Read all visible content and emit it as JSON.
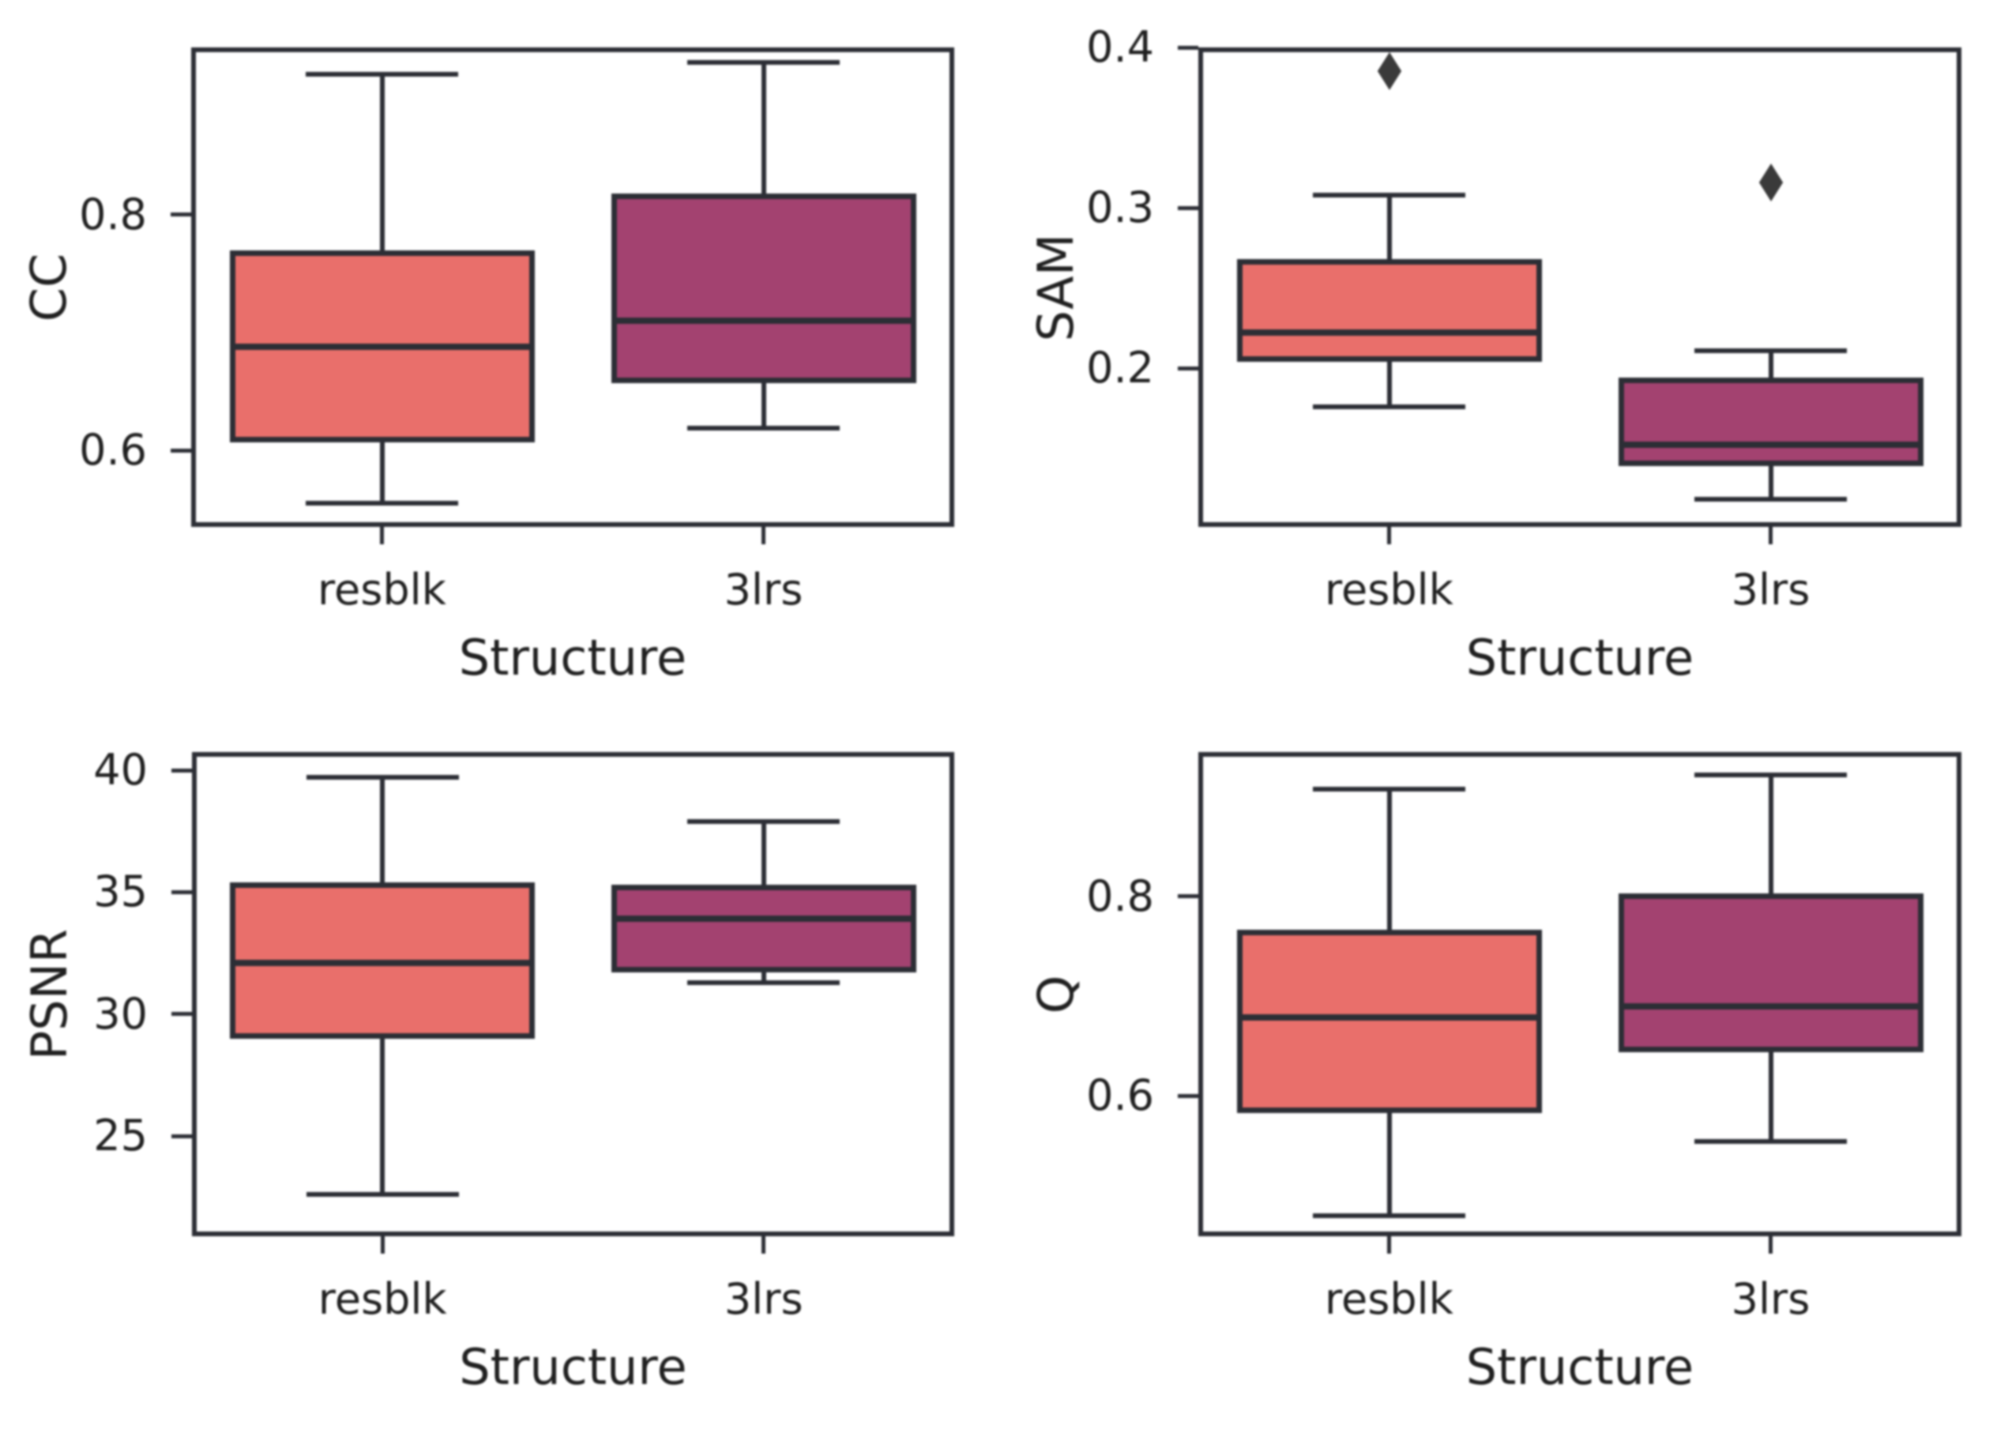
{
  "figure_title": "",
  "colors": {
    "resblk_fill": "#e96f6b",
    "lrs3_fill": "#a34270",
    "line": "#2c2e35",
    "outlier": "#3a3a3a",
    "text": "#202020",
    "background": "#ffffff"
  },
  "chart_data": [
    {
      "type": "box",
      "position": "top-left",
      "xlabel": "Structure",
      "ylabel": "CC",
      "categories": [
        "resblk",
        "3lrs"
      ],
      "ylim": [
        0.535,
        0.942
      ],
      "yticks": [
        0.6,
        0.8
      ],
      "ytick_labels": [
        "0.6",
        "0.8"
      ],
      "grid": false,
      "series": [
        {
          "name": "resblk",
          "color": "#e96f6b",
          "whislo": 0.555,
          "q1": 0.607,
          "med": 0.688,
          "q3": 0.77,
          "whishi": 0.919,
          "outliers": []
        },
        {
          "name": "3lrs",
          "color": "#a34270",
          "whislo": 0.619,
          "q1": 0.657,
          "med": 0.71,
          "q3": 0.818,
          "whishi": 0.929,
          "outliers": []
        }
      ]
    },
    {
      "type": "box",
      "position": "top-right",
      "xlabel": "Structure",
      "ylabel": "SAM",
      "categories": [
        "resblk",
        "3lrs"
      ],
      "ylim": [
        0.101,
        0.4
      ],
      "yticks": [
        0.2,
        0.3,
        0.4
      ],
      "ytick_labels": [
        "0.2",
        "0.3",
        "0.4"
      ],
      "grid": false,
      "series": [
        {
          "name": "resblk",
          "color": "#e96f6b",
          "whislo": 0.176,
          "q1": 0.204,
          "med": 0.222,
          "q3": 0.268,
          "whishi": 0.308,
          "outliers": [
            0.385
          ]
        },
        {
          "name": "3lrs",
          "color": "#a34270",
          "whislo": 0.118,
          "q1": 0.139,
          "med": 0.152,
          "q3": 0.194,
          "whishi": 0.211,
          "outliers": [
            0.316
          ]
        }
      ]
    },
    {
      "type": "box",
      "position": "bottom-left",
      "xlabel": "Structure",
      "ylabel": "PSNR",
      "categories": [
        "resblk",
        "3lrs"
      ],
      "ylim": [
        20.89,
        40.75
      ],
      "yticks": [
        25,
        30,
        35,
        40
      ],
      "ytick_labels": [
        "25",
        "30",
        "35",
        "40"
      ],
      "grid": false,
      "series": [
        {
          "name": "resblk",
          "color": "#e96f6b",
          "whislo": 22.6,
          "q1": 29.0,
          "med": 32.1,
          "q3": 35.4,
          "whishi": 39.7,
          "outliers": []
        },
        {
          "name": "3lrs",
          "color": "#a34270",
          "whislo": 31.3,
          "q1": 31.7,
          "med": 33.9,
          "q3": 35.3,
          "whishi": 37.9,
          "outliers": []
        }
      ]
    },
    {
      "type": "box",
      "position": "bottom-right",
      "xlabel": "Structure",
      "ylabel": "Q",
      "categories": [
        "resblk",
        "3lrs"
      ],
      "ylim": [
        0.459,
        0.945
      ],
      "yticks": [
        0.6,
        0.8
      ],
      "ytick_labels": [
        "0.6",
        "0.8"
      ],
      "grid": false,
      "series": [
        {
          "name": "resblk",
          "color": "#e96f6b",
          "whislo": 0.48,
          "q1": 0.583,
          "med": 0.679,
          "q3": 0.767,
          "whishi": 0.908,
          "outliers": []
        },
        {
          "name": "3lrs",
          "color": "#a34270",
          "whislo": 0.554,
          "q1": 0.644,
          "med": 0.69,
          "q3": 0.803,
          "whishi": 0.922,
          "outliers": []
        }
      ]
    }
  ]
}
